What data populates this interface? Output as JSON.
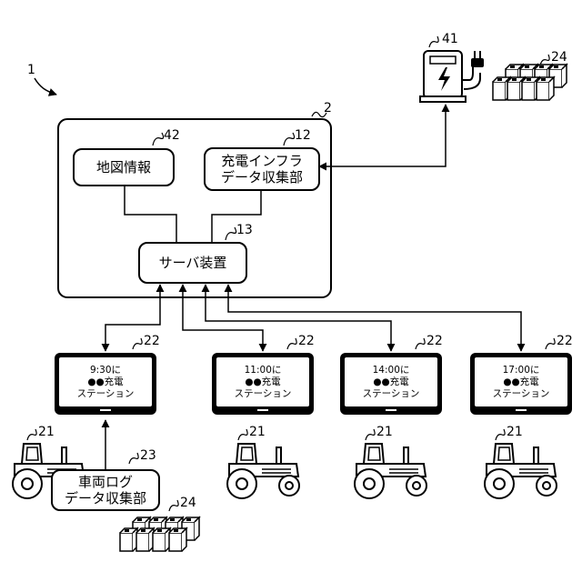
{
  "figure": {
    "ref_system": "1",
    "ref_server_frame": "2",
    "ref_server_device": "13",
    "ref_map": "42",
    "ref_infra": "12",
    "ref_charger": "41",
    "ref_battery": "24",
    "ref_terminal": "22",
    "ref_tractor": "21",
    "ref_log": "23"
  },
  "server": {
    "map_info": "地図情報",
    "infra_line1": "充電インフラ",
    "infra_line2": "データ収集部",
    "server_device": "サーバ装置"
  },
  "terminals": [
    {
      "line1": "9:30に",
      "line2": "●●充電",
      "line3": "ステーション"
    },
    {
      "line1": "11:00に",
      "line2": "●●充電",
      "line3": "ステーション"
    },
    {
      "line1": "14:00に",
      "line2": "●●充電",
      "line3": "ステーション"
    },
    {
      "line1": "17:00に",
      "line2": "●●充電",
      "line3": "ステーション"
    }
  ],
  "vehicle_log": {
    "line1": "車両ログ",
    "line2": "データ収集部"
  }
}
